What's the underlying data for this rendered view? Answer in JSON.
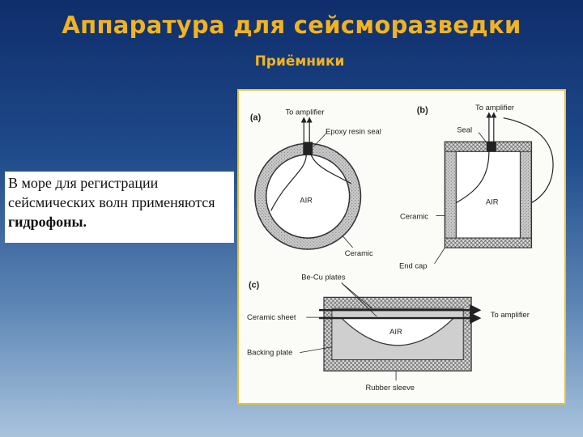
{
  "slide": {
    "title": "Аппаратура для сейсморазведки",
    "subtitle": "Приёмники",
    "body_text_before": "В море для регистрации сейсмических волн применяются ",
    "body_text_bold": "гидрофоны."
  },
  "figure": {
    "panel_a": {
      "marker": "(a)",
      "to_amplifier": "To amplifier",
      "epoxy": "Epoxy resin seal",
      "air": "AIR",
      "ceramic": "Ceramic"
    },
    "panel_b": {
      "marker": "(b)",
      "to_amplifier": "To amplifier",
      "seal": "Seal",
      "air": "AIR",
      "ceramic": "Ceramic",
      "end_cap": "End cap"
    },
    "panel_c": {
      "marker": "(c)",
      "becu": "Be-Cu plates",
      "ceramic_sheet": "Ceramic sheet",
      "to_amplifier": "To amplifier",
      "air": "AIR",
      "backing": "Backing plate",
      "rubber": "Rubber sleeve"
    }
  }
}
